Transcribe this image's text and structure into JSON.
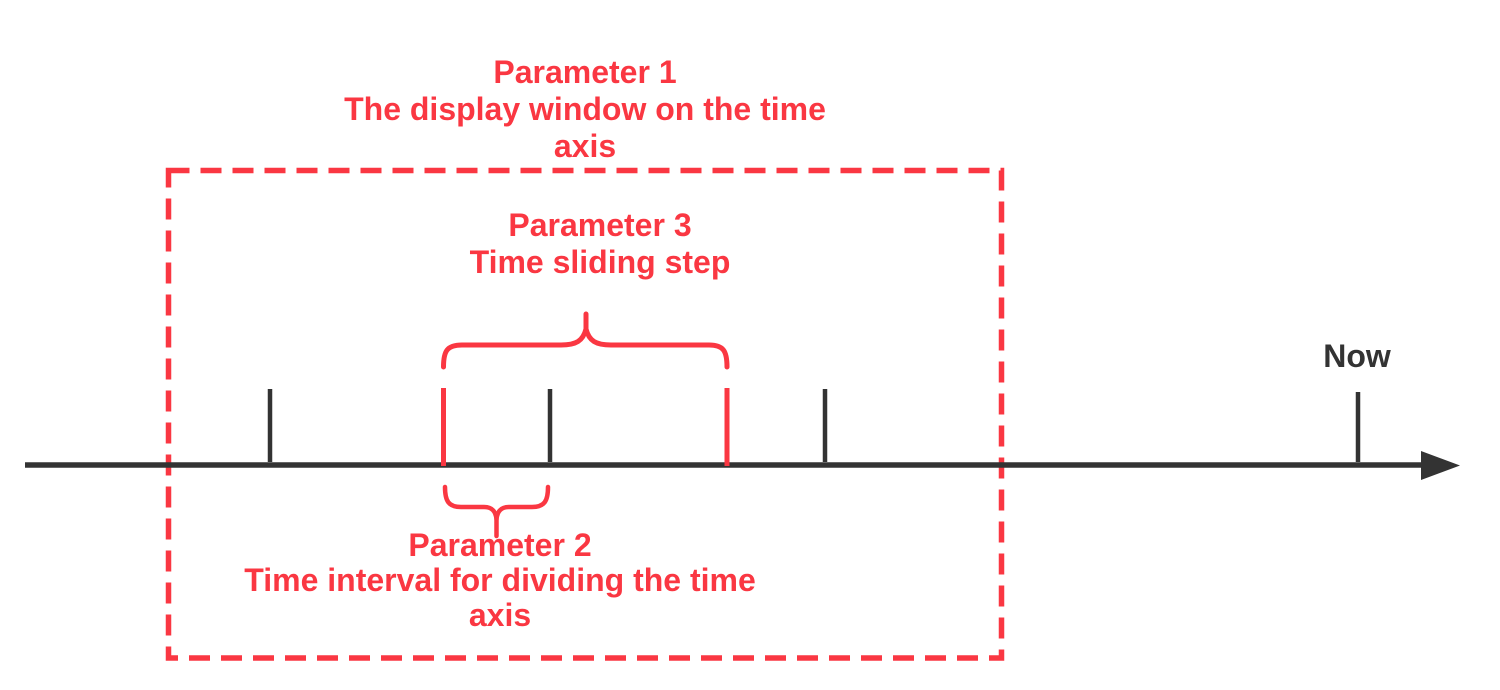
{
  "colors": {
    "accent_red": "#fa3742",
    "axis_dark": "#333333",
    "background": "#ffffff"
  },
  "labels": {
    "param1": {
      "line1": "Parameter 1",
      "line2": "The display window on the time",
      "line3": "axis"
    },
    "param3": {
      "line1": "Parameter 3",
      "line2": "Time sliding step"
    },
    "param2": {
      "line1": "Parameter 2",
      "line2": "Time interval for dividing the time",
      "line3": "axis"
    },
    "now": "Now"
  },
  "figure": {
    "type": "timeline-diagram",
    "black_tick_count": 4,
    "red_tick_count": 2,
    "has_arrowhead_right": true,
    "display_window_border_style": "red dashed rectangle"
  }
}
